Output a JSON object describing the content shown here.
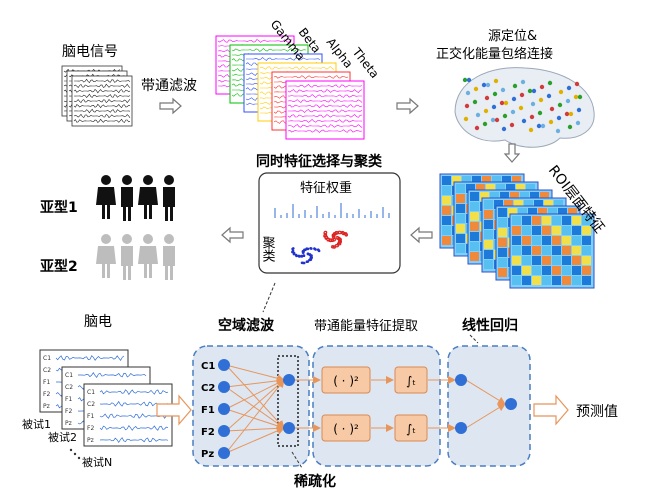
{
  "top": {
    "eeg_signal": "脑电信号",
    "bandpass_filter": "带通滤波",
    "bands": [
      "Gamma",
      "Beta",
      "Alpha",
      "Theta"
    ],
    "source_loc_line1": "源定位&",
    "source_loc_line2": "正交化能量包络连接",
    "roi_feature": "ROI层面特征",
    "joint_title": "同时特征选择与聚类",
    "feature_weight": "特征权重",
    "cluster": "聚类",
    "subtype1": "亚型1",
    "subtype2": "亚型2"
  },
  "bottom": {
    "eeg": "脑电",
    "spatial_filter": "空域滤波",
    "band_energy": "带通能量特征提取",
    "linear_regression": "线性回归",
    "sparsify": "稀疏化",
    "predicted": "预测值",
    "trials": [
      "被试1",
      "被试2",
      "被试N"
    ],
    "channels": [
      "C1",
      "C2",
      "F1",
      "F2",
      "Pz"
    ],
    "square_op": "( · )²",
    "integral_op": "∫ₜ",
    "trace_labels": [
      "C1",
      "C2",
      "F1",
      "F2",
      "Pz"
    ]
  },
  "colors": {
    "band_palette": [
      "#ff00ff",
      "#00c000",
      "#3050ff",
      "#ffcc00",
      "#ff3030"
    ],
    "panel_fill": "#dde6f1",
    "panel_border": "#4a7fc1",
    "node_fill": "#2f6fd6",
    "op_fill": "#f7c9a4",
    "arrow_orange": "#e8955a",
    "person_dark": "#111111",
    "person_light": "#bdbdbd"
  }
}
